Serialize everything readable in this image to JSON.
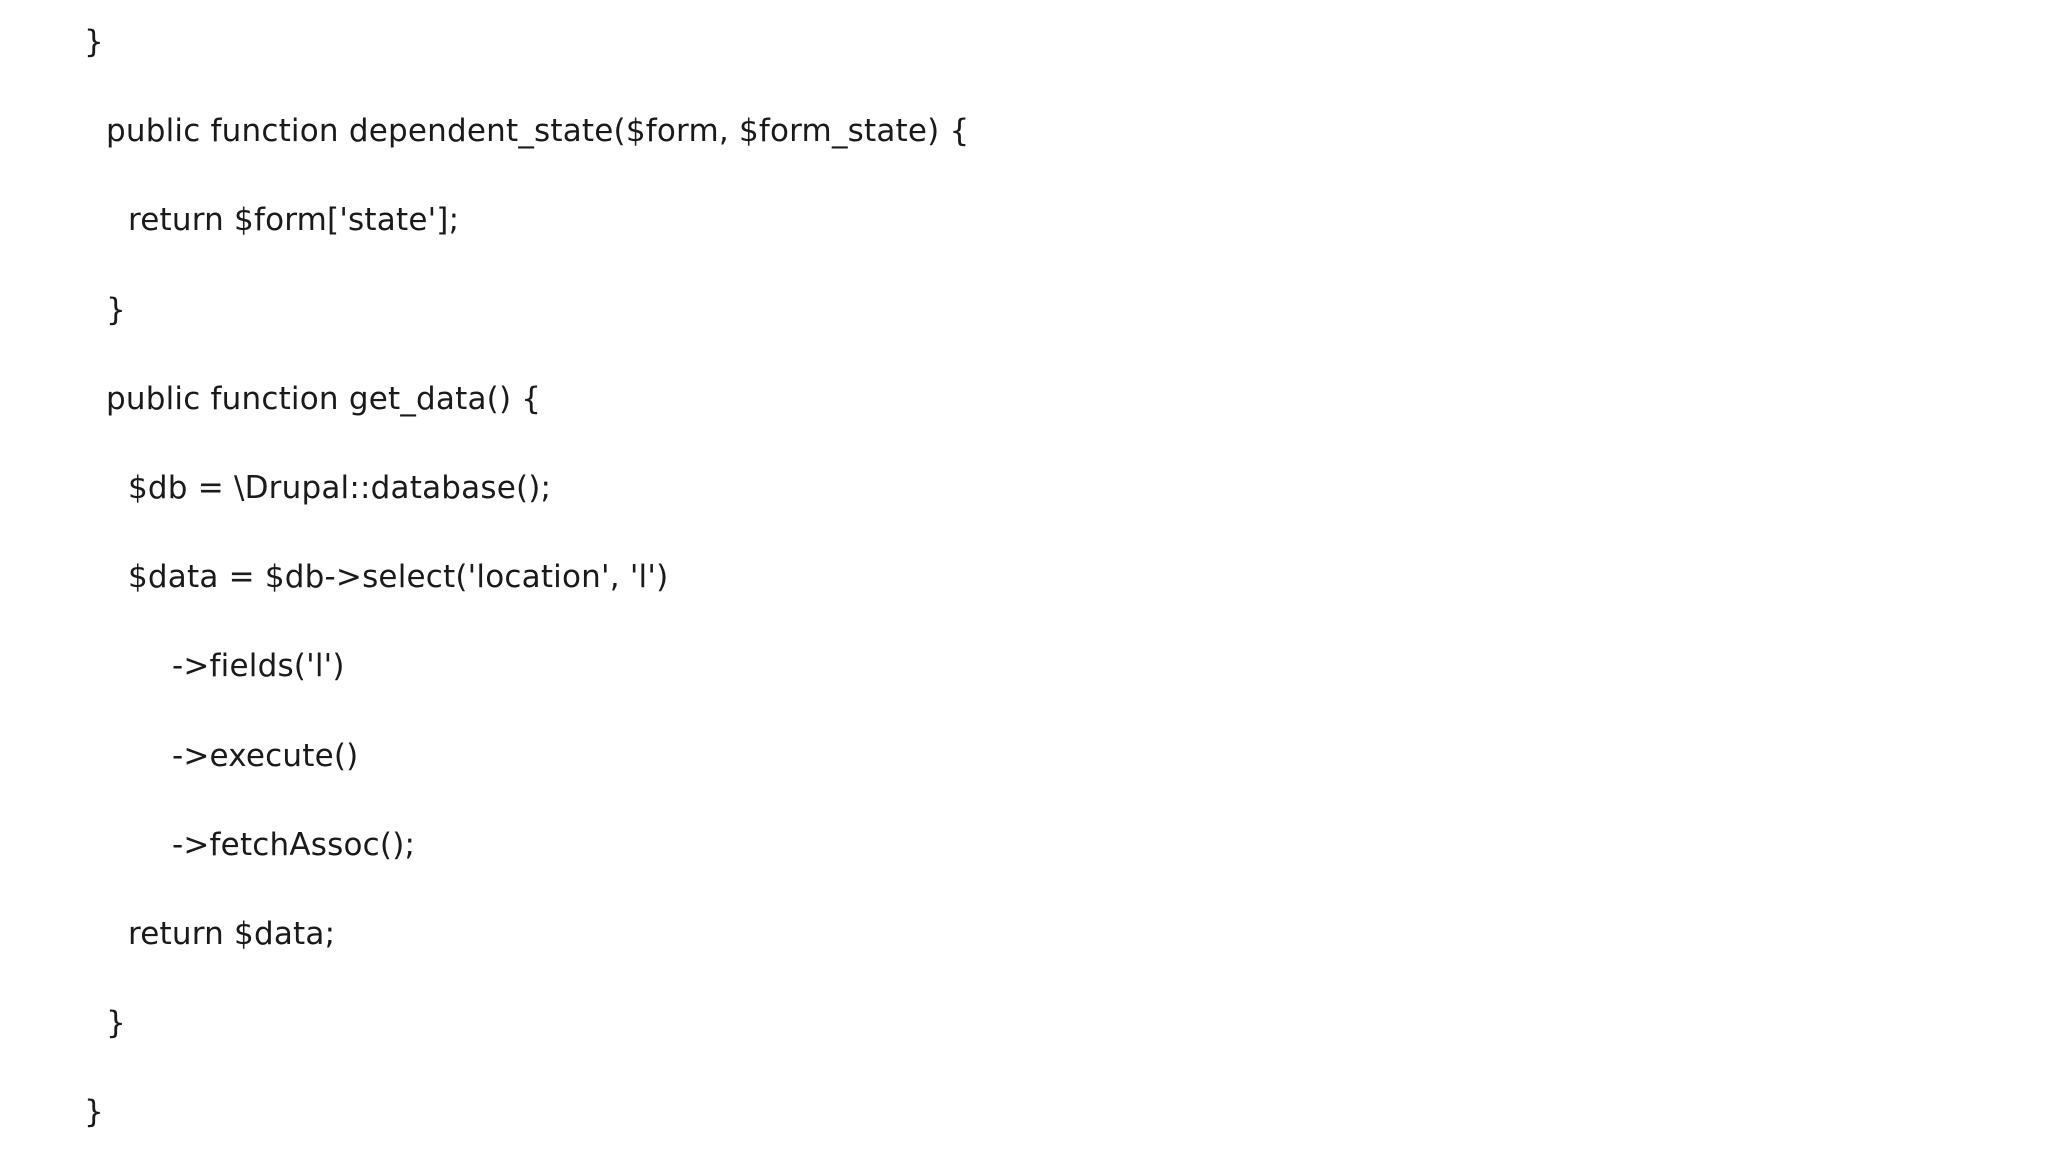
{
  "code_lines": [
    {
      "text": "}",
      "indent": 0
    },
    {
      "text": "public function dependent_state($form, $form_state) {",
      "indent": 1
    },
    {
      "text": "return $form['state'];",
      "indent": 2
    },
    {
      "text": "}",
      "indent": 1
    },
    {
      "text": "public function get_data() {",
      "indent": 1
    },
    {
      "text": "$db = \\Drupal::database();",
      "indent": 2
    },
    {
      "text": "$data = $db->select('location', 'l')",
      "indent": 2
    },
    {
      "text": "->fields('l')",
      "indent": 4
    },
    {
      "text": "->execute()",
      "indent": 4
    },
    {
      "text": "->fetchAssoc();",
      "indent": 4
    },
    {
      "text": "return $data;",
      "indent": 2
    },
    {
      "text": "}",
      "indent": 1
    },
    {
      "text": "}",
      "indent": 0
    }
  ]
}
